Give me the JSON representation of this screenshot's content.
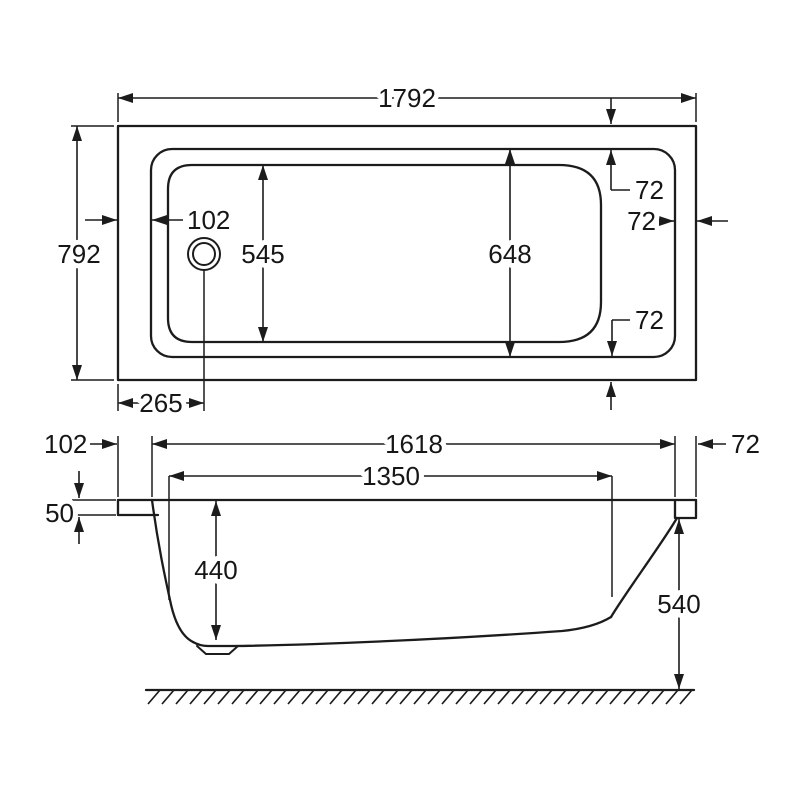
{
  "drawing": {
    "description": "Bath technical dimension drawing, plan view and side elevation",
    "plan_view": {
      "overall_length": "1792",
      "overall_width": "792",
      "end_wall_width": "102",
      "inner_width_drain_end": "545",
      "inner_width_mid": "648",
      "rim_gap_top": "72",
      "rim_gap_right": "72",
      "rim_gap_bottom": "72",
      "drain_offset_from_end": "265"
    },
    "side_view": {
      "end_wall_width": "102",
      "rim_inner_length": "1618",
      "basin_floor_length": "1350",
      "rim_gap_right": "72",
      "rim_edge_thickness": "50",
      "inner_depth": "440",
      "overall_height": "540"
    }
  }
}
